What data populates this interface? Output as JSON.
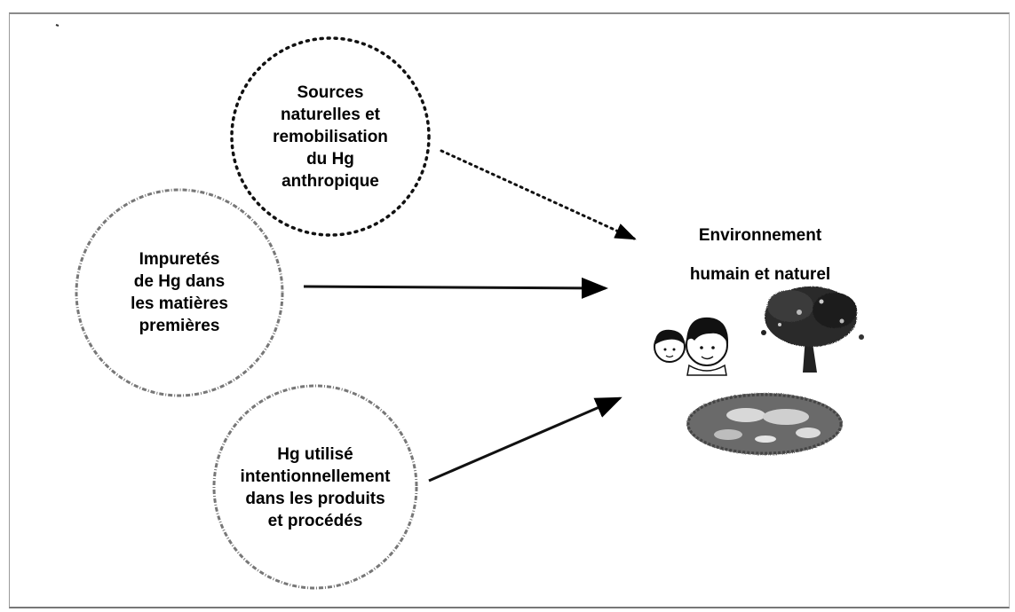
{
  "diagram": {
    "sources": [
      {
        "id": "natural",
        "label": "Sources\nnaturelles et\nremobilisation\ndu Hg\nanthropique",
        "style": "dotted"
      },
      {
        "id": "impurities",
        "label": "Impuretés\nde Hg dans\nles matières\npremières",
        "style": "solid"
      },
      {
        "id": "intentional",
        "label": "Hg utilisé\nintentionnellement\ndans les produits\net procédés",
        "style": "solid"
      }
    ],
    "target": {
      "label": "Environnement\nhumain et naturel"
    },
    "icons": [
      "children-icon",
      "tree-icon",
      "water-pond-icon"
    ]
  }
}
